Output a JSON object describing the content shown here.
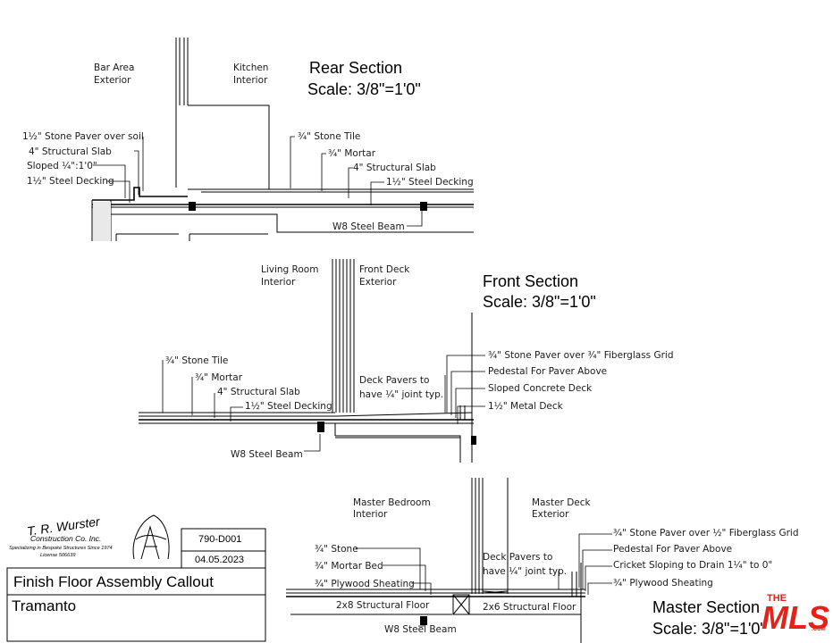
{
  "rear_section": {
    "title": "Rear Section",
    "scale": "Scale: 3/8\"=1'0\"",
    "zone_left": [
      "Bar Area",
      "Exterior"
    ],
    "zone_right": [
      "Kitchen",
      "Interior"
    ],
    "callouts_left": [
      "1½\" Stone Paver over soil",
      "4\" Structural Slab",
      "Sloped ¼\":1'0\"",
      "1½\" Steel Decking"
    ],
    "callouts_right": [
      "¾\" Stone Tile",
      "¾\" Mortar",
      "4\" Structural Slab",
      "1½\" Steel Decking"
    ],
    "beam": "W8 Steel Beam"
  },
  "front_section": {
    "title": "Front Section",
    "scale": "Scale: 3/8\"=1'0\"",
    "zone_left": [
      "Living Room",
      "Interior"
    ],
    "zone_right": [
      "Front Deck",
      "Exterior"
    ],
    "callouts_left": [
      "¾\" Stone Tile",
      "¾\" Mortar",
      "4\" Structural Slab",
      "1½\" Steel Decking"
    ],
    "note": [
      "Deck Pavers to",
      "have ¼\" joint typ."
    ],
    "callouts_right": [
      "¾\" Stone Paver over ¾\" Fiberglass Grid",
      "Pedestal For Paver Above",
      "Sloped Concrete Deck",
      "1½\" Metal Deck"
    ],
    "beam": "W8 Steel Beam"
  },
  "master_section": {
    "title": "Master Section",
    "scale": "Scale: 3/8\"=1'0\"",
    "zone_left": [
      "Master Bedroom",
      "Interior"
    ],
    "zone_right": [
      "Master Deck",
      "Exterior"
    ],
    "callouts_left": [
      "¾\" Stone",
      "¾\" Mortar Bed",
      "¾\" Plywood Sheating"
    ],
    "note": [
      "Deck Pavers to",
      "have ¼\" joint typ."
    ],
    "callouts_right": [
      "¾\" Stone Paver over ½\" Fiberglass Grid",
      "Pedestal For Paver Above",
      "Cricket Sloping to Drain 1¼\" to 0\"",
      "¾\" Plywood Sheating"
    ],
    "floor_left": "2x8 Structural Floor",
    "floor_right": "2x6 Structural Floor",
    "beam": "W8 Steel Beam"
  },
  "title_block": {
    "company": "T. R. Wurster",
    "company_sub": "Construction Co. Inc.",
    "tagline": "Specializing in Bespoke Structures Since 1974",
    "license": "License 506639",
    "sheet_number": "790-D001",
    "date": "04.05.2023",
    "drawing_title": "Finish Floor Assembly Callout",
    "project": "Tramanto"
  },
  "watermark": {
    "line1": "THE",
    "line2": "MLS",
    "line3": ".COM",
    "color": "#e2231a"
  }
}
